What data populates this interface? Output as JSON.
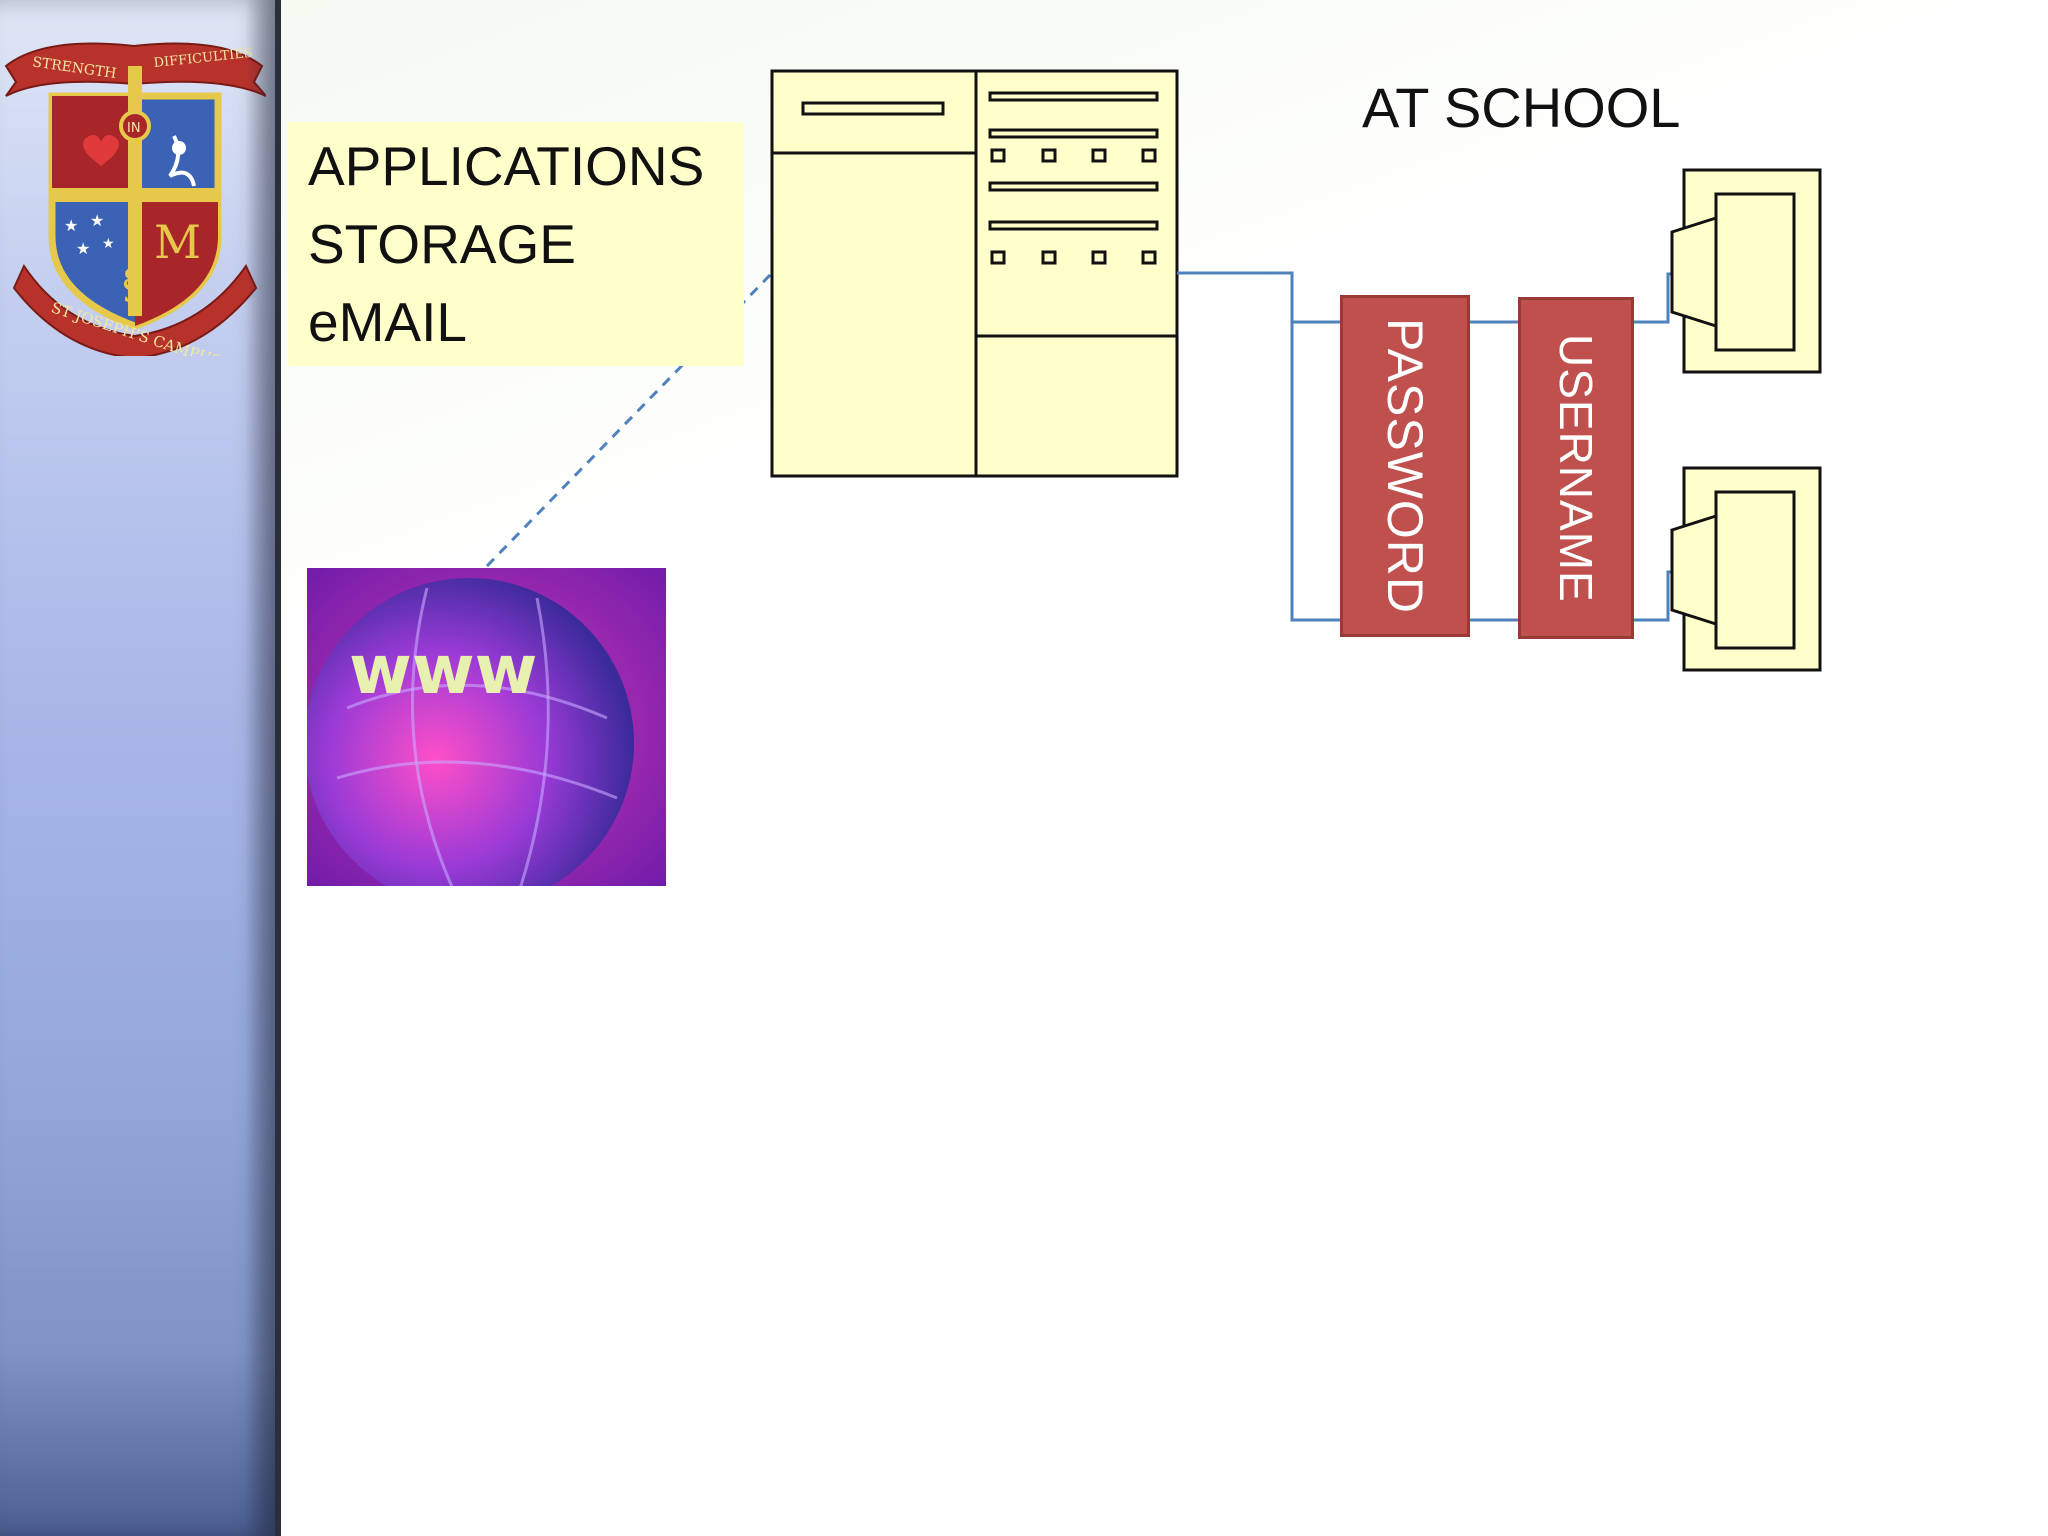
{
  "crest": {
    "motto_left": "STRENGTH",
    "motto_center": "IN",
    "motto_right": "DIFFICULTIES",
    "campus": "ST JOSEPH'S CAMPUS"
  },
  "services": {
    "line1": "APPLICATIONS",
    "line2": "STORAGE",
    "line3": "eMAIL"
  },
  "location_title": "AT SCHOOL",
  "auth": {
    "password": "PASSWORD",
    "username": "USERNAME"
  },
  "globe": {
    "text": "www"
  },
  "colors": {
    "box_fill": "#ffffcc",
    "auth_fill": "#c0504d",
    "connector": "#4f81bd"
  }
}
